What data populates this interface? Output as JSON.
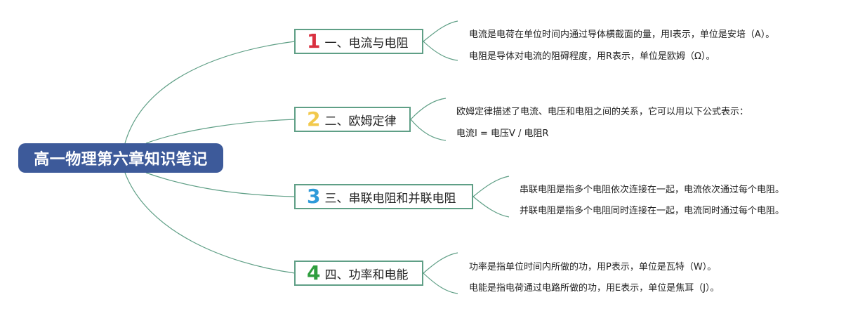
{
  "colors": {
    "root_bg": "#3d5a9a",
    "connector": "#5f9f86",
    "badge_1": "#d93040",
    "badge_2": "#f2c94c",
    "badge_3": "#2e9ad9",
    "badge_4": "#2e9e3e"
  },
  "root": {
    "title": "高一物理第六章知识笔记"
  },
  "branches": [
    {
      "number": "1",
      "label": "一、电流与电阻",
      "notes": [
        "电流是电荷在单位时间内通过导体横截面的量，用I表示，单位是安培（A）。",
        "电阻是导体对电流的阻碍程度，用R表示，单位是欧姆（Ω）。"
      ]
    },
    {
      "number": "2",
      "label": "二、欧姆定律",
      "notes": [
        "欧姆定律描述了电流、电压和电阻之间的关系，它可以用以下公式表示：",
        "电流I = 电压V / 电阻R"
      ]
    },
    {
      "number": "3",
      "label": "三、串联电阻和并联电阻",
      "notes": [
        "串联电阻是指多个电阻依次连接在一起，电流依次通过每个电阻。",
        "并联电阻是指多个电阻同时连接在一起，电流同时通过每个电阻。"
      ]
    },
    {
      "number": "4",
      "label": "四、功率和电能",
      "notes": [
        "功率是指单位时间内所做的功，用P表示，单位是瓦特（W）。",
        "电能是指电荷通过电路所做的功，用E表示，单位是焦耳（J）。"
      ]
    }
  ]
}
